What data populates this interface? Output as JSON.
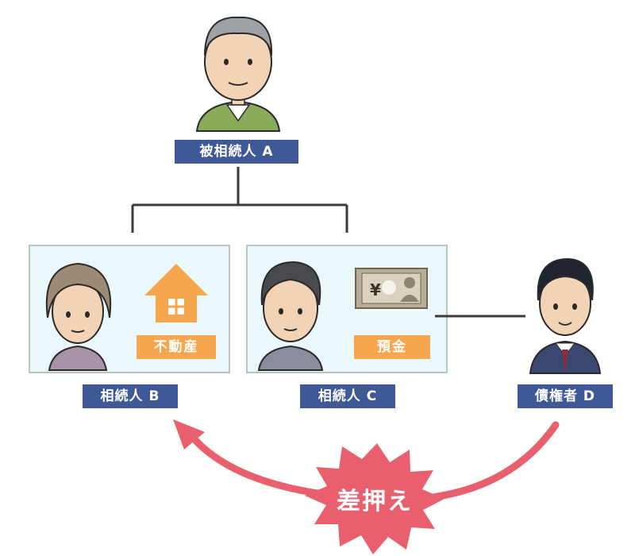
{
  "nodes": {
    "decedent": {
      "label": "被相続人 A"
    },
    "heir_b": {
      "label": "相続人 B",
      "asset": "不動産"
    },
    "heir_c": {
      "label": "相続人 C",
      "asset": "預金"
    },
    "creditor": {
      "label": "債権者 D"
    }
  },
  "action": {
    "label": "差押え"
  },
  "colors": {
    "label_bg": "#3f5896",
    "tag_bg": "#f6a64c",
    "panel_bg": "#eaf8fc",
    "arrow": "#e8606e",
    "burst": "#e8606e"
  },
  "icons": {
    "house": "house-icon",
    "money": "banknote-icon"
  }
}
